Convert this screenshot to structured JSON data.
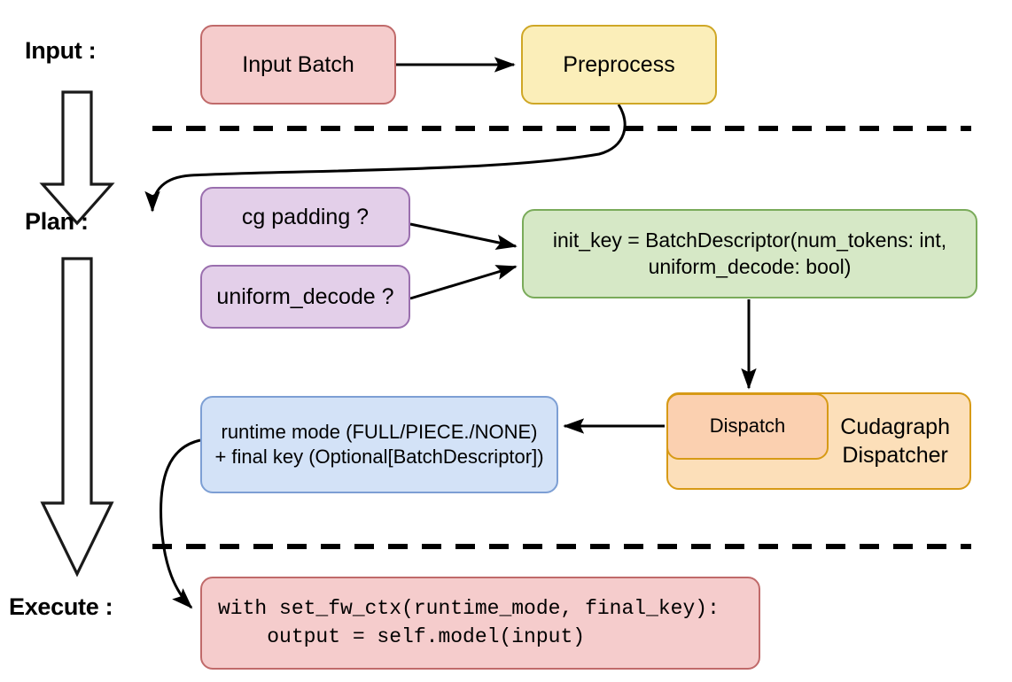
{
  "diagram": {
    "title": "vLLM cudagraph dispatch flow",
    "stages": [
      {
        "id": "input",
        "label": "Input :"
      },
      {
        "id": "plan",
        "label": "Plan :"
      },
      {
        "id": "execute",
        "label": "Execute :"
      }
    ],
    "nodes": {
      "input_batch": {
        "label": "Input Batch",
        "color": "#f5cccc",
        "border": "#c06a6a"
      },
      "preprocess": {
        "label": "Preprocess",
        "color": "#fbeeb9",
        "border": "#cfa726"
      },
      "cg_padding": {
        "label": "cg padding ?",
        "color": "#e3cfe9",
        "border": "#9a6fae"
      },
      "uniform_decode": {
        "label": "uniform_decode ?",
        "color": "#e3cfe9",
        "border": "#9a6fae"
      },
      "init_key": {
        "line1": "init_key = BatchDescriptor(num_tokens: int,",
        "line2": "uniform_decode: bool)",
        "color": "#d6e8c6",
        "border": "#7aab5a"
      },
      "cudagraph_dispatcher": {
        "line1": "Cudagraph",
        "line2": "Dispatcher",
        "color": "#fcdfb9",
        "border": "#d79a16"
      },
      "dispatch": {
        "label": "Dispatch",
        "color": "#fbd0b0",
        "border": "#d79a16"
      },
      "runtime_mode": {
        "line1": "runtime mode (FULL/PIECE./NONE)",
        "line2": "+ final key (Optional[BatchDescriptor])",
        "color": "#d3e2f7",
        "border": "#7d9fd4"
      },
      "execute_code": {
        "line1": "with set_fw_ctx(runtime_mode, final_key):",
        "line2": "    output = self.model(input)",
        "color": "#f5cccc",
        "border": "#c06a6a"
      }
    },
    "edges": [
      {
        "from": "input_batch",
        "to": "preprocess",
        "style": "straight-arrow"
      },
      {
        "from": "preprocess",
        "to": "cg_padding",
        "style": "curved-arrow"
      },
      {
        "from": "cg_padding",
        "to": "init_key",
        "style": "straight-arrow"
      },
      {
        "from": "uniform_decode",
        "to": "init_key",
        "style": "straight-arrow"
      },
      {
        "from": "init_key",
        "to": "dispatch",
        "style": "straight-arrow"
      },
      {
        "from": "dispatch",
        "to": "runtime_mode",
        "style": "straight-arrow"
      },
      {
        "from": "runtime_mode",
        "to": "execute_code",
        "style": "curved-arrow"
      }
    ],
    "separators": [
      {
        "name": "input-plan-divider",
        "style": "dashed"
      },
      {
        "name": "plan-execute-divider",
        "style": "dashed"
      }
    ],
    "flow_arrows": [
      {
        "name": "stage-flow-arrow-input-to-plan"
      },
      {
        "name": "stage-flow-arrow-plan-to-execute"
      }
    ]
  }
}
